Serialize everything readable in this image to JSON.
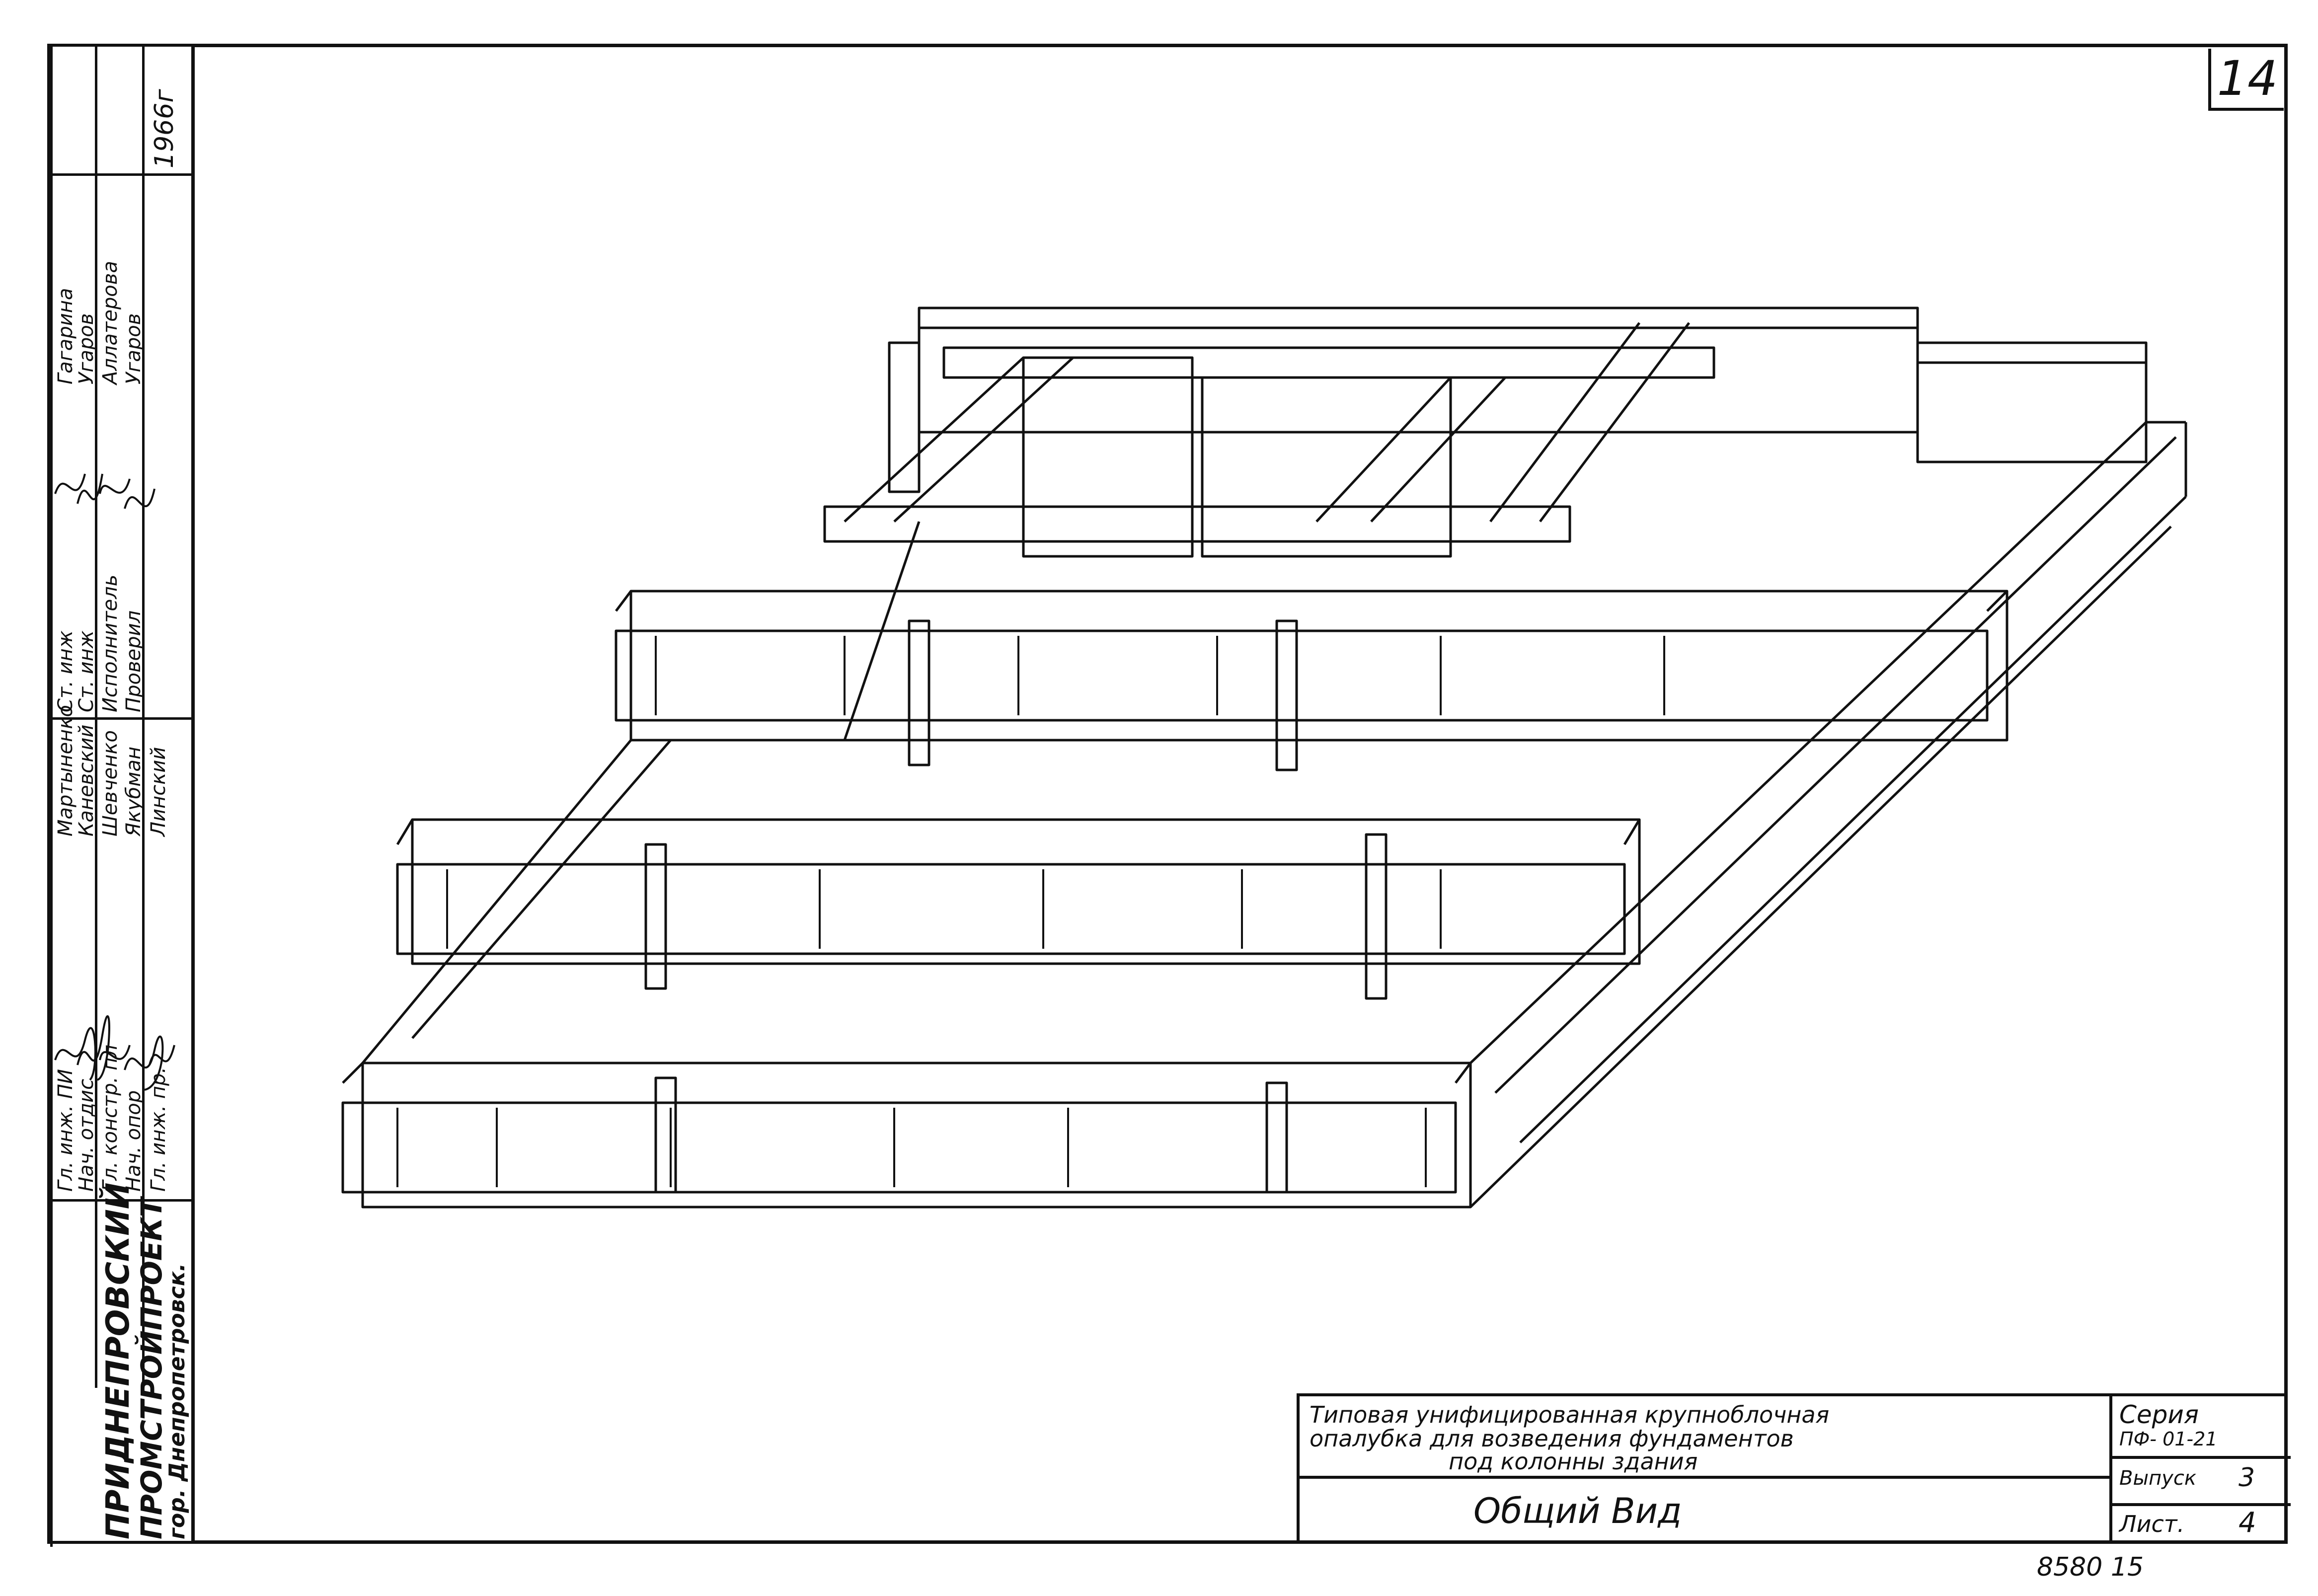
{
  "sheet_number": "14",
  "stamp": {
    "organization_line1": "ПРИДНЕПРОВСКИЙ",
    "organization_line2": "ПРОМСТРОЙПРОЕКТ",
    "organization_city": "гор. Днепропетровск.",
    "year": "1966г",
    "roles": [
      {
        "title": "Гл. инж. ПИ",
        "name": "Мартыненко"
      },
      {
        "title": "Нач. отдис",
        "name": "Каневский"
      },
      {
        "title": "Гл. констр. пл",
        "name": "Шевченко"
      },
      {
        "title": "Нач. опор",
        "name": "Якубман"
      },
      {
        "title": "Гл. инж. пр.",
        "name": "Линский"
      },
      {
        "title": "Ст. инж",
        "name": "Гагарина"
      },
      {
        "title": "Ст. инж",
        "name": "Угаров"
      },
      {
        "title": "Исполнитель",
        "name": "Аллатерова"
      },
      {
        "title": "Проверил",
        "name": "Угаров"
      }
    ]
  },
  "title_block": {
    "description_line1": "Типовая унифицированная крупноблочная",
    "description_line2": "опалубка для возведения фундаментов",
    "description_line3": "под колонны здания",
    "sheet_title": "Общий Вид",
    "series_label": "Серия",
    "series_value": "ПФ- 01-21",
    "issue_label": "Выпуск",
    "issue_value": "3",
    "sheet_label": "Лист.",
    "sheet_value": "4"
  },
  "bottom_note": "8580 15"
}
